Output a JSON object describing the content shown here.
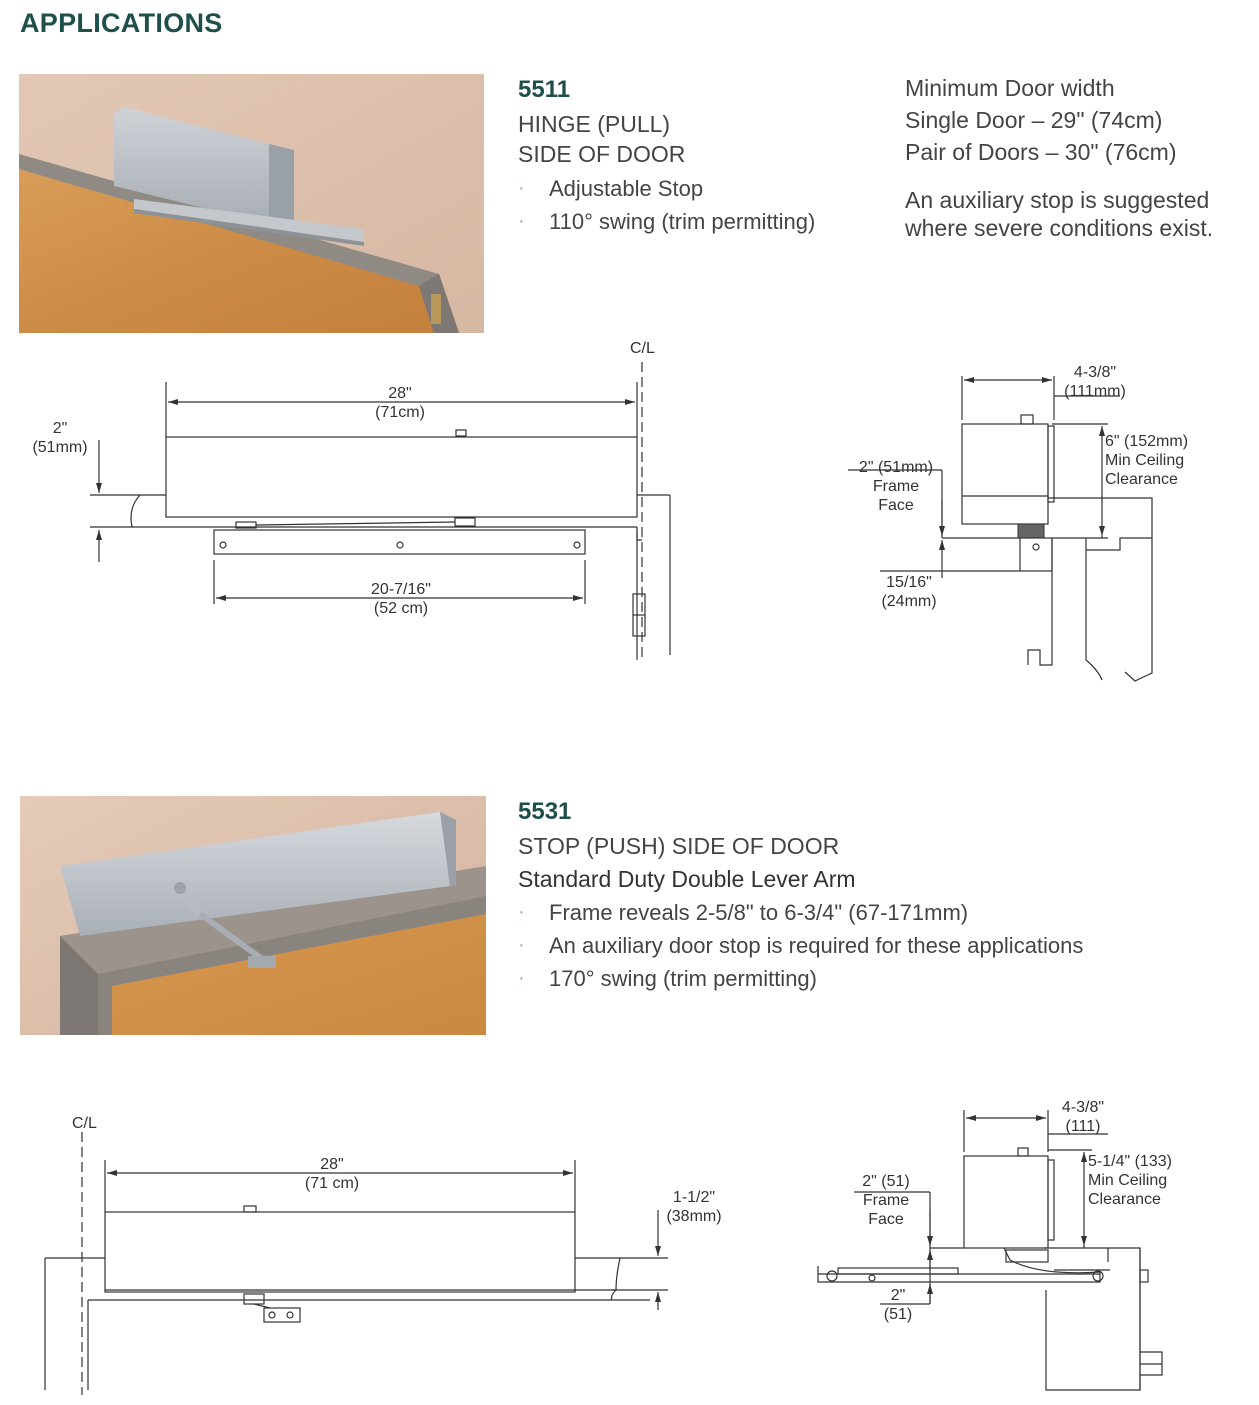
{
  "page": {
    "heading": "APPLICATIONS"
  },
  "sections": [
    {
      "model": "5511",
      "title_lines": [
        "HINGE (PULL)",
        "SIDE OF DOOR"
      ],
      "bullets": [
        "Adjustable Stop",
        "110° swing (trim permitting)"
      ],
      "side_notes": {
        "lines": [
          "Minimum Door width",
          "Single Door – 29\" (74cm)",
          "Pair of Doors – 30\" (76cm)"
        ],
        "auxiliary": [
          "An auxiliary stop is suggested",
          "where severe conditions exist."
        ]
      },
      "front_diagram": {
        "cl": "C/L",
        "width_in": "28\"",
        "width_cm": "(71cm)",
        "height_in": "2\"",
        "height_mm": "(51mm)",
        "track_in": "20-7/16\"",
        "track_cm": "(52 cm)"
      },
      "side_diagram": {
        "depth_in": "4-3/8\"",
        "depth_mm": "(111mm)",
        "clearance": [
          "6\" (152mm)",
          "Min Ceiling",
          "Clearance"
        ],
        "frame": [
          "2\" (51mm)",
          "Frame",
          "Face"
        ],
        "offset_in": "15/16\"",
        "offset_mm": "(24mm)"
      }
    },
    {
      "model": "5531",
      "title_lines": [
        "STOP (PUSH) SIDE OF DOOR"
      ],
      "subtitle": "Standard Duty Double Lever Arm",
      "bullets": [
        "Frame reveals 2-5/8\" to 6-3/4\" (67-171mm)",
        "An auxiliary door stop is required for these applications",
        "170° swing (trim permitting)"
      ],
      "front_diagram": {
        "cl": "C/L",
        "width_in": "28\"",
        "width_cm": "(71 cm)",
        "height_in": "1-1/2\"",
        "height_mm": "(38mm)"
      },
      "side_diagram": {
        "depth_in": "4-3/8\"",
        "depth_mm": "(111)",
        "clearance": [
          "5-1/4\" (133)",
          "Min Ceiling",
          "Clearance"
        ],
        "frame": [
          "2\" (51)",
          "Frame",
          "Face"
        ],
        "arm_in": "2\"",
        "arm_mm": "(51)"
      }
    }
  ]
}
